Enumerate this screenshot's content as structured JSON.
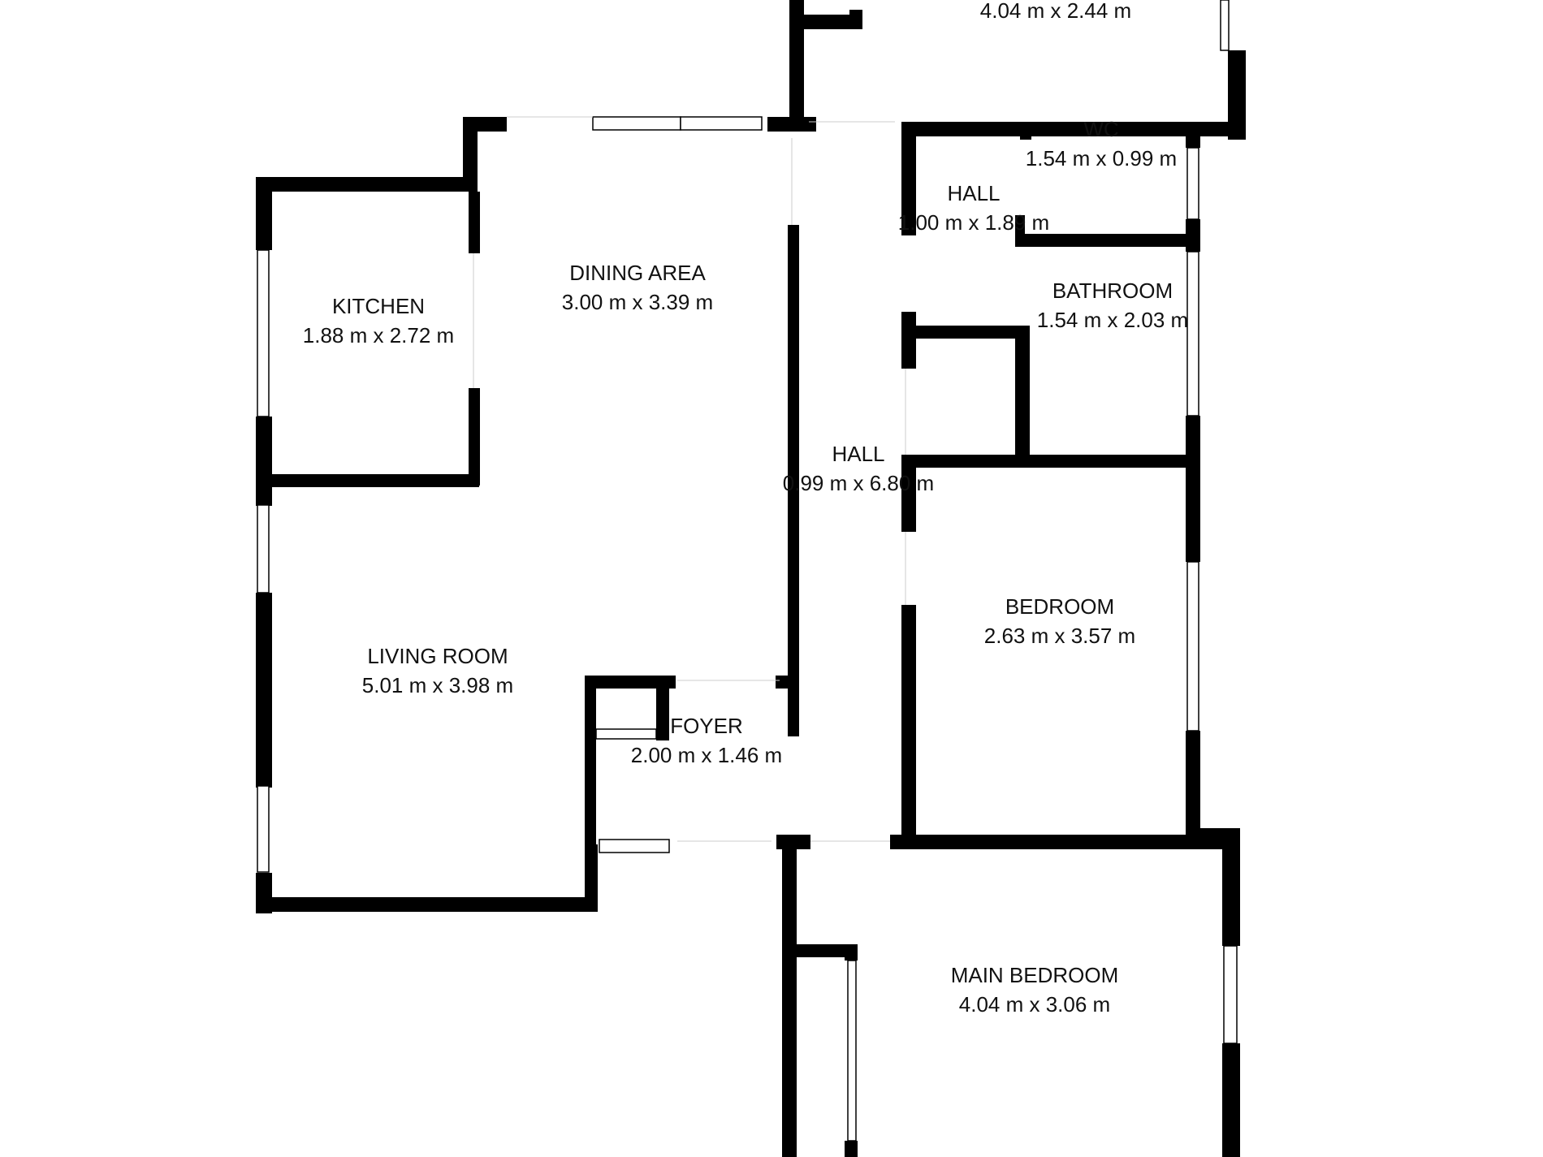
{
  "rooms": [
    {
      "id": "bedroom-top",
      "name": "",
      "dims": "4.04 m x 2.44 m"
    },
    {
      "id": "wc",
      "name": "WC",
      "dims": "1.54 m x 0.99 m"
    },
    {
      "id": "hall-small",
      "name": "HALL",
      "dims": "1.00 m x 1.89 m"
    },
    {
      "id": "bathroom",
      "name": "BATHROOM",
      "dims": "1.54 m x 2.03 m"
    },
    {
      "id": "dining-area",
      "name": "DINING AREA",
      "dims": "3.00 m x 3.39 m"
    },
    {
      "id": "kitchen",
      "name": "KITCHEN",
      "dims": "1.88 m x 2.72 m"
    },
    {
      "id": "hall-long",
      "name": "HALL",
      "dims": "0.99 m x 6.80 m"
    },
    {
      "id": "bedroom",
      "name": "BEDROOM",
      "dims": "2.63 m x 3.57 m"
    },
    {
      "id": "living-room",
      "name": "LIVING ROOM",
      "dims": "5.01 m x 3.98 m"
    },
    {
      "id": "foyer",
      "name": "FOYER",
      "dims": "2.00 m x 1.46 m"
    },
    {
      "id": "main-bedroom",
      "name": "MAIN BEDROOM",
      "dims": "4.04 m x 3.06 m"
    }
  ],
  "colors": {
    "wall": "#000000",
    "background": "#ffffff",
    "text": "#111111"
  }
}
